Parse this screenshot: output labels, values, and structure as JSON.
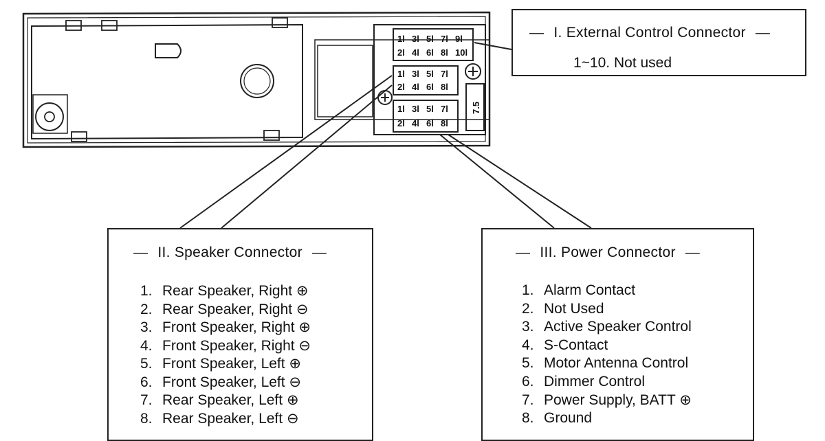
{
  "external_connector": {
    "dash_left": "—",
    "title": "I. External Control Connector",
    "dash_right": "—",
    "subtitle": "1~10. Not used",
    "pins_top": [
      "1",
      "3",
      "5",
      "7",
      "9"
    ],
    "pins_bottom": [
      "2",
      "4",
      "6",
      "8",
      "10"
    ]
  },
  "speaker_connector": {
    "dash_left": "—",
    "title": "II. Speaker Connector",
    "dash_right": "—",
    "pins_top": [
      "1",
      "3",
      "5",
      "7"
    ],
    "pins_bottom": [
      "2",
      "4",
      "6",
      "8"
    ],
    "items": [
      {
        "num": "1.",
        "label": "Rear Speaker, Right ⊕"
      },
      {
        "num": "2.",
        "label": "Rear Speaker, Right  ⊖"
      },
      {
        "num": "3.",
        "label": "Front Speaker, Right ⊕"
      },
      {
        "num": "4.",
        "label": "Front Speaker, Right ⊖"
      },
      {
        "num": "5.",
        "label": "Front Speaker, Left ⊕"
      },
      {
        "num": "6.",
        "label": "Front Speaker, Left ⊖"
      },
      {
        "num": "7.",
        "label": "Rear Speaker, Left ⊕"
      },
      {
        "num": "8.",
        "label": "Rear Speaker, Left ⊖"
      }
    ]
  },
  "power_connector": {
    "dash_left": "—",
    "title": "III. Power Connector",
    "dash_right": "—",
    "pins_top": [
      "1",
      "3",
      "5",
      "7"
    ],
    "pins_bottom": [
      "2",
      "4",
      "6",
      "8"
    ],
    "fuse_label": "7.5",
    "items": [
      {
        "num": "1.",
        "label": "Alarm Contact"
      },
      {
        "num": "2.",
        "label": "Not Used"
      },
      {
        "num": "3.",
        "label": "Active Speaker Control"
      },
      {
        "num": "4.",
        "label": "S-Contact"
      },
      {
        "num": "5.",
        "label": "Motor Antenna Control"
      },
      {
        "num": "6.",
        "label": "Dimmer Control"
      },
      {
        "num": "7.",
        "label": "Power Supply, BATT ⊕"
      },
      {
        "num": "8.",
        "label": "Ground"
      }
    ]
  },
  "symbols": {
    "plus_terminal": "⊕"
  }
}
